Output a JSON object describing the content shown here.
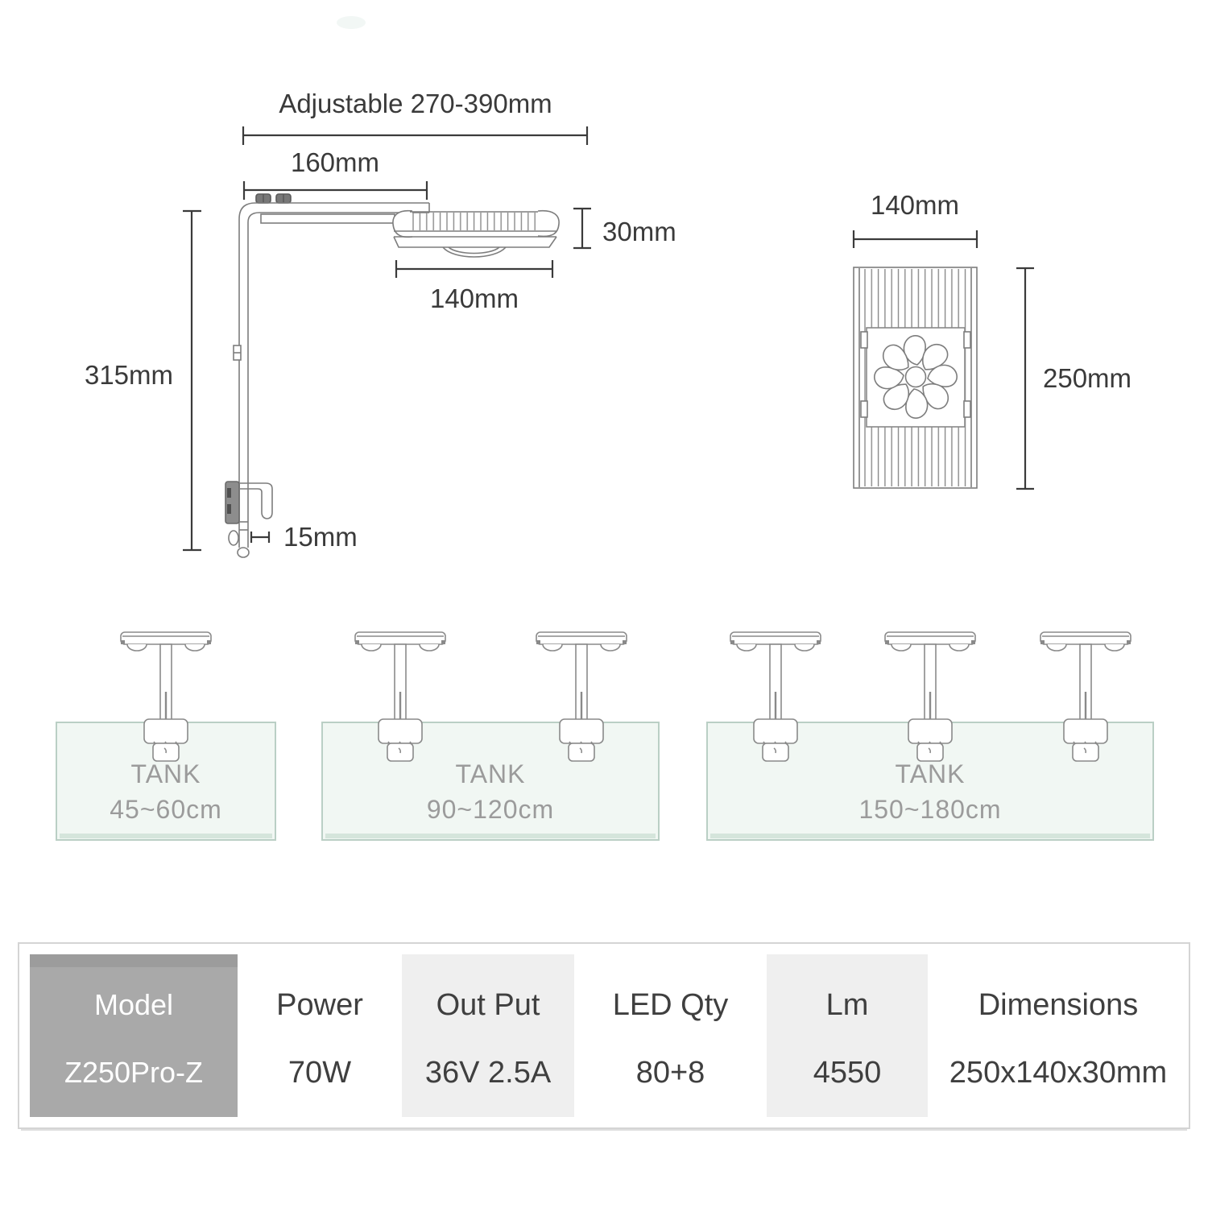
{
  "side_view": {
    "adjustable_label": "Adjustable 270-390mm",
    "arm_length_label": "160mm",
    "head_height_label": "30mm",
    "head_width_label": "140mm",
    "arm_height_label": "315mm",
    "clamp_range_label": "15mm"
  },
  "top_view": {
    "width_label": "140mm",
    "length_label": "250mm"
  },
  "tanks": [
    {
      "name": "TANK",
      "size": "45~60cm",
      "lights": 1
    },
    {
      "name": "TANK",
      "size": "90~120cm",
      "lights": 2
    },
    {
      "name": "TANK",
      "size": "150~180cm",
      "lights": 3
    }
  ],
  "spec_table": {
    "columns": [
      {
        "header": "Model",
        "value": "Z250Pro-Z"
      },
      {
        "header": "Power",
        "value": "70W"
      },
      {
        "header": "Out Put",
        "value": "36V 2.5A"
      },
      {
        "header": "LED Qty",
        "value": "80+8"
      },
      {
        "header": "Lm",
        "value": "4550"
      },
      {
        "header": "Dimensions",
        "value": "250x140x30mm"
      }
    ]
  },
  "colors": {
    "table_model_bg": "#a9a9a9",
    "table_alt_bg": "#efefef",
    "tank_fill": "#f1f7f3",
    "tank_border": "#bacfc5",
    "tank_bottom_band": "#d5e5db",
    "drawing_line": "#7d7d7d",
    "dimension_line": "#3b3b3b",
    "tank_text": "#9b9b9b"
  }
}
